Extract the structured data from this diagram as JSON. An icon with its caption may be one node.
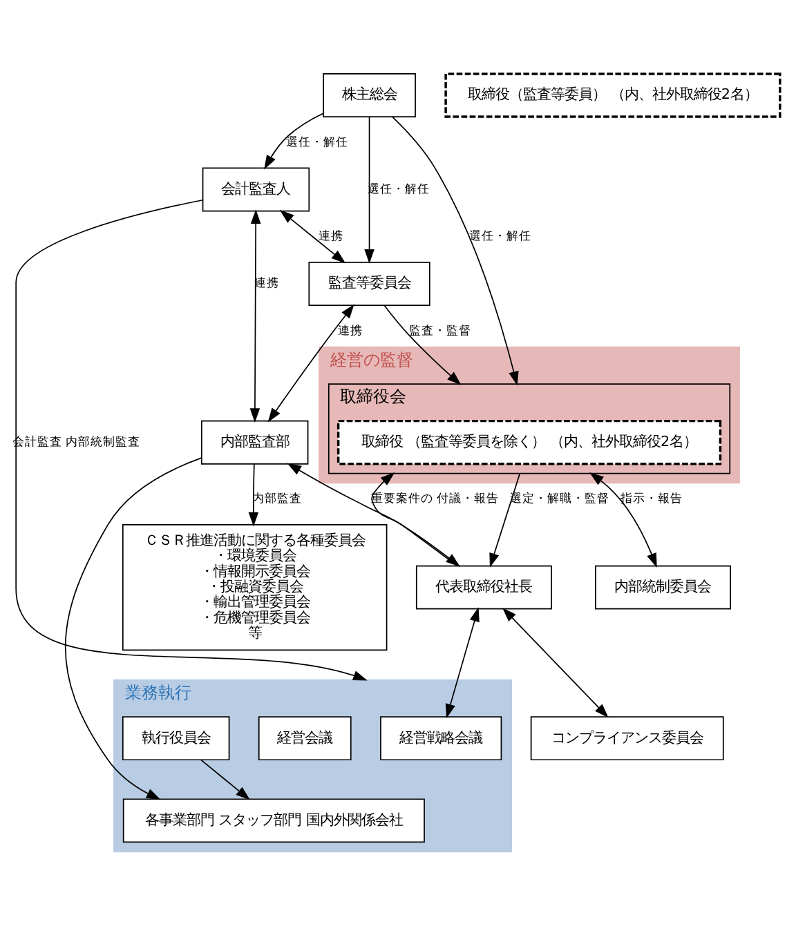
{
  "diagram": {
    "nodes": [
      {
        "text": [
          "株主総会"
        ]
      },
      {
        "text": [
          "会計監査人"
        ]
      },
      {
        "text": [
          "経営の監督"
        ]
      },
      {
        "text": [
          "取締役会"
        ],
        "in": 2
      },
      {
        "text": [
          "取締役 （監査等委員を除く） （内、社外取締役2名）"
        ],
        "in": 3
      },
      {
        "text": [
          "監査等委員会"
        ]
      },
      {
        "text": [
          "取締役（監査等委員） （内、社外取締役2名）"
        ]
      },
      {
        "text": [
          "内部監査部"
        ]
      },
      {
        "text": [
          "代表取締役社長"
        ]
      },
      {
        "text": [
          "業務執行"
        ]
      },
      {
        "text": [
          "経営戦略会議"
        ],
        "in": 9
      },
      {
        "text": [
          "経営会議"
        ],
        "in": 9
      },
      {
        "text": [
          "執行役員会"
        ],
        "in": 9
      },
      {
        "text": [
          "各事業部門 スタッフ部門 国内外関係会社"
        ],
        "in": 9
      },
      {
        "text": [
          "内部統制委員会"
        ]
      },
      {
        "text": [
          "ＣＳＲ推進活動に関する各種委員会",
          "・環境委員会",
          "・情報開示委員会",
          "・投融資委員会",
          "・輸出管理委員会",
          "・危機管理委員会",
          "等"
        ]
      },
      {
        "text": [
          "コンプライアンス委員会"
        ]
      }
    ],
    "edges": [
      {
        "from": 0,
        "to": 1,
        "arrow": "to",
        "label": "選任・解任"
      },
      {
        "from": 0,
        "to": 5,
        "arrow": "to",
        "label": "選任・解任"
      },
      {
        "from": 0,
        "to": 3,
        "arrow": "to",
        "label": "選任・解任"
      },
      {
        "from": 5,
        "to": 3,
        "arrow": "to",
        "label": "監査・監督"
      },
      {
        "from": 1,
        "to": 5,
        "arrow": "both",
        "label": "連携"
      },
      {
        "from": 5,
        "to": 7,
        "arrow": "both",
        "label": "連携"
      },
      {
        "from": 1,
        "to": 7,
        "arrow": "both",
        "label": "連携"
      },
      {
        "from": 3,
        "to": 14,
        "arrow": "both",
        "label": "指示・報告"
      },
      {
        "from": 8,
        "to": 3,
        "arrow": "to",
        "label": "重要案件の 付議・報告"
      },
      {
        "from": 3,
        "to": 8,
        "arrow": "to",
        "label": "選定・解職・監督"
      },
      {
        "from": 7,
        "to": 8,
        "arrow": "both"
      },
      {
        "from": 8,
        "to": 10,
        "arrow": "both"
      },
      {
        "from": 8,
        "to": 16,
        "arrow": "both"
      },
      {
        "from": 12,
        "to": 13,
        "arrow": "to"
      },
      {
        "from": 7,
        "to": 15,
        "arrow": "to",
        "label": "内部監査"
      },
      {
        "from": 7,
        "to": 13,
        "arrow": "to"
      },
      {
        "from": 1,
        "to": 9,
        "arrow": "to",
        "label": "会計監査 内部統制監査"
      }
    ]
  }
}
